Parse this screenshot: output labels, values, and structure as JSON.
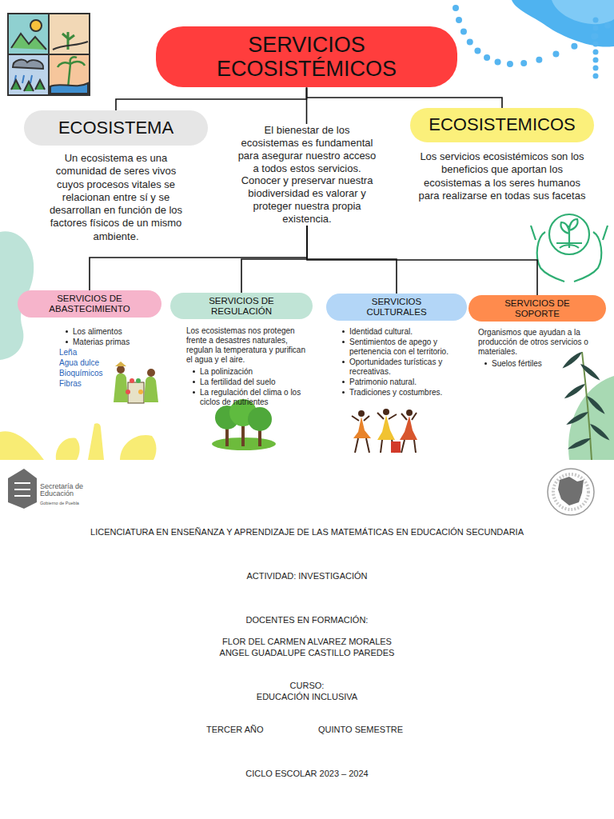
{
  "diagram": {
    "nodes": [
      {
        "text": [
          "SERVICIOS ECOSISTÉMICOS"
        ]
      },
      {
        "text": [
          "ECOSISTEMA",
          "Un ecosistema es una comunidad de seres vivos cuyos procesos vitales se relacionan entre sí y se desarrollan en función de los factores físicos de un mismo ambiente."
        ]
      },
      {
        "text": [
          "El bienestar de los ecosistemas es fundamental para asegurar nuestro acceso a todos estos servicios. Conocer y preservar nuestra biodiversidad es valorar y proteger nuestra propia existencia."
        ]
      },
      {
        "text": [
          "ECOSISTEMICOS",
          "Los servicios ecosistémicos son los beneficios que aportan los ecosistemas a los seres humanos para realizarse en todas sus facetas"
        ]
      },
      {
        "text": [
          "SERVICIOS DE ABASTECIMIENTO",
          "Los alimentos",
          "Materias primas",
          "Leña",
          "Agua dulce",
          "Bioquímicos",
          "Fibras"
        ]
      },
      {
        "text": [
          "SERVICIOS DE REGULACIÓN",
          "Los ecosistemas nos protegen frente a desastres naturales, regulan la temperatura y purifican el agua y el aire.",
          "La polinización",
          "La fertilidad del suelo",
          "La regulación del clima o los ciclos de nutrientes"
        ]
      },
      {
        "text": [
          "SERVICIOS CULTURALES",
          "Identidad cultural.",
          "Sentimientos de apego y pertenencia con el territorio.",
          "Oportunidades turísticas y recreativas.",
          "Patrimonio natural.",
          "Tradiciones y costumbres."
        ]
      },
      {
        "text": [
          "SERVICIOS DE SOPORTE",
          "Organismos que ayudan a la producción de otros servicios o materiales.",
          "Suelos fértiles"
        ]
      }
    ],
    "edges": [
      {
        "from": 0,
        "to": 1,
        "arrow": "none"
      },
      {
        "from": 0,
        "to": 2,
        "arrow": "none"
      },
      {
        "from": 0,
        "to": 3,
        "arrow": "none"
      },
      {
        "from": 2,
        "to": 4,
        "arrow": "none"
      },
      {
        "from": 2,
        "to": 5,
        "arrow": "none"
      },
      {
        "from": 2,
        "to": 6,
        "arrow": "none"
      },
      {
        "from": 2,
        "to": 7,
        "arrow": "none"
      }
    ],
    "labels": [
      "Secretaría de Educación",
      "Gobierno de Puebla",
      "LICENCIATURA EN ENSEÑANZA Y APRENDIZAJE DE LAS MATEMÁTICAS EN EDUCACIÓN SECUNDARIA",
      "ACTIVIDAD: INVESTIGACIÓN",
      "DOCENTES EN FORMACIÓN:",
      "FLOR DEL CARMEN ALVAREZ MORALES",
      "ANGEL GUADALUPE CASTILLO PAREDES",
      "CURSO:",
      "EDUCACIÓN INCLUSIVA",
      "TERCER AÑO",
      "QUINTO SEMESTRE",
      "CICLO ESCOLAR 2023 – 2024"
    ]
  }
}
